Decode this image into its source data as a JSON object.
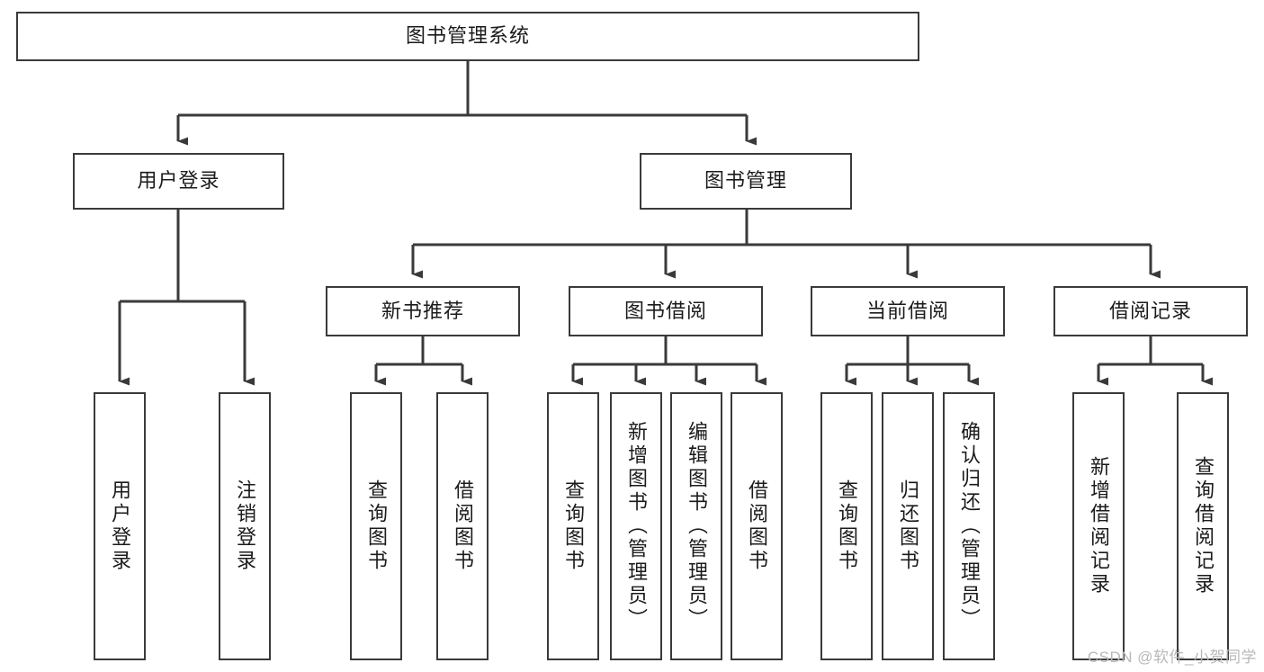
{
  "diagram": {
    "type": "hierarchy-tree",
    "title": "图书管理系统",
    "watermark": "CSDN @软件_小贺同学",
    "colors": {
      "box_stroke": "#3a3a3a",
      "box_fill": "#ffffff",
      "connector": "#3a3a3a",
      "text": "#1b1b1b",
      "watermark": "#b8b8b8"
    },
    "levels": {
      "root": {
        "label": "图书管理系统",
        "orientation": "horizontal"
      },
      "level2": [
        {
          "label": "用户登录",
          "orientation": "horizontal"
        },
        {
          "label": "图书管理",
          "orientation": "horizontal"
        }
      ],
      "level3": [
        {
          "label": "新书推荐",
          "orientation": "horizontal",
          "parent": "图书管理"
        },
        {
          "label": "图书借阅",
          "orientation": "horizontal",
          "parent": "图书管理"
        },
        {
          "label": "当前借阅",
          "orientation": "horizontal",
          "parent": "图书管理"
        },
        {
          "label": "借阅记录",
          "orientation": "horizontal",
          "parent": "图书管理"
        }
      ],
      "leaves": [
        {
          "label": "用户登录",
          "orientation": "vertical",
          "parent": "用户登录"
        },
        {
          "label": "注销登录",
          "orientation": "vertical",
          "parent": "用户登录"
        },
        {
          "label": "查询图书",
          "orientation": "vertical",
          "parent": "新书推荐"
        },
        {
          "label": "借阅图书",
          "orientation": "vertical",
          "parent": "新书推荐"
        },
        {
          "label": "查询图书",
          "orientation": "vertical",
          "parent": "图书借阅"
        },
        {
          "label": "新增图书（管理员）",
          "orientation": "vertical",
          "parent": "图书借阅"
        },
        {
          "label": "编辑图书（管理员）",
          "orientation": "vertical",
          "parent": "图书借阅"
        },
        {
          "label": "借阅图书",
          "orientation": "vertical",
          "parent": "图书借阅"
        },
        {
          "label": "查询图书",
          "orientation": "vertical",
          "parent": "当前借阅"
        },
        {
          "label": "归还图书",
          "orientation": "vertical",
          "parent": "当前借阅"
        },
        {
          "label": "确认归还（管理员）",
          "orientation": "vertical",
          "parent": "当前借阅"
        },
        {
          "label": "新增借阅记录",
          "orientation": "vertical",
          "parent": "借阅记录"
        },
        {
          "label": "查询借阅记录",
          "orientation": "vertical",
          "parent": "借阅记录"
        }
      ]
    }
  }
}
